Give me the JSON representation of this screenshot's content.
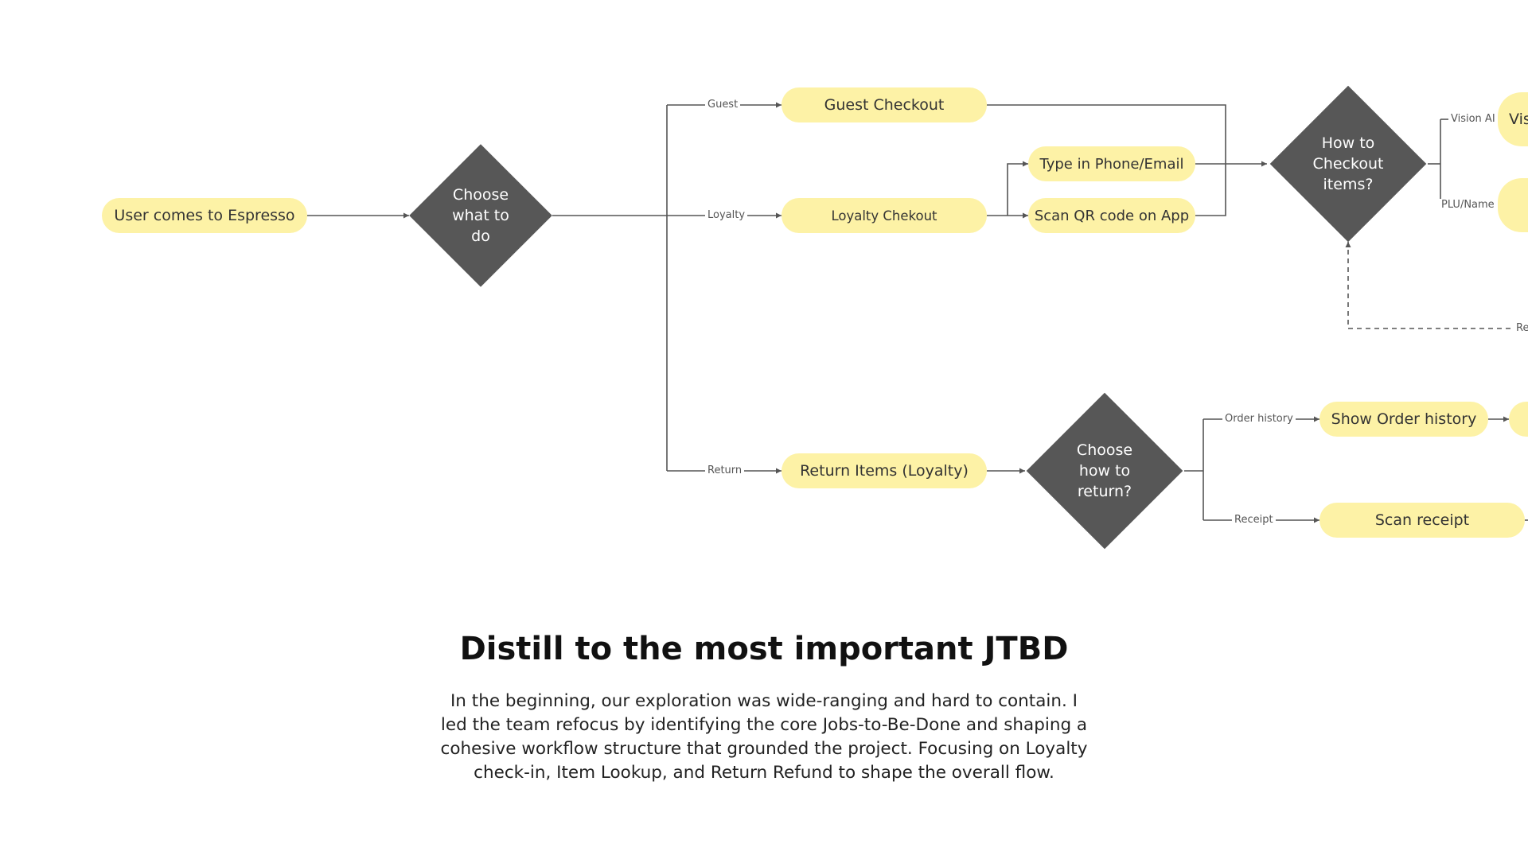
{
  "flowchart": {
    "nodes": {
      "start": "User comes to Espresso",
      "choose_what": "Choose what to do",
      "guest_checkout": "Guest Checkout",
      "loyalty_checkout": "Loyalty Chekout",
      "type_phone": "Type in Phone/Email",
      "scan_qr": "Scan QR code on App",
      "how_checkout": "How to Checkout items?",
      "vision_partial": "Vis",
      "return_items": "Return Items (Loyalty)",
      "choose_return": "Choose how to return?",
      "show_order_history": "Show Order history",
      "scan_receipt": "Scan receipt"
    },
    "edge_labels": {
      "guest": "Guest",
      "loyalty": "Loyalty",
      "return": "Return",
      "vision_ai": "Vision AI",
      "plu_name": "PLU/Name",
      "order_history": "Order history",
      "receipt": "Receipt",
      "re_partial": "Re"
    },
    "colors": {
      "terminal_fill": "#fdf2a6",
      "decision_fill": "#575757",
      "connector": "#555555"
    }
  },
  "section": {
    "heading": "Distill to the most important JTBD",
    "body": "In the beginning, our exploration was wide-ranging and hard to contain. I led the team refocus by identifying the core Jobs-to-Be-Done and shaping a cohesive workflow structure that grounded the project. Focusing on Loyalty check-in, Item Lookup, and Return Refund to shape the overall flow."
  }
}
